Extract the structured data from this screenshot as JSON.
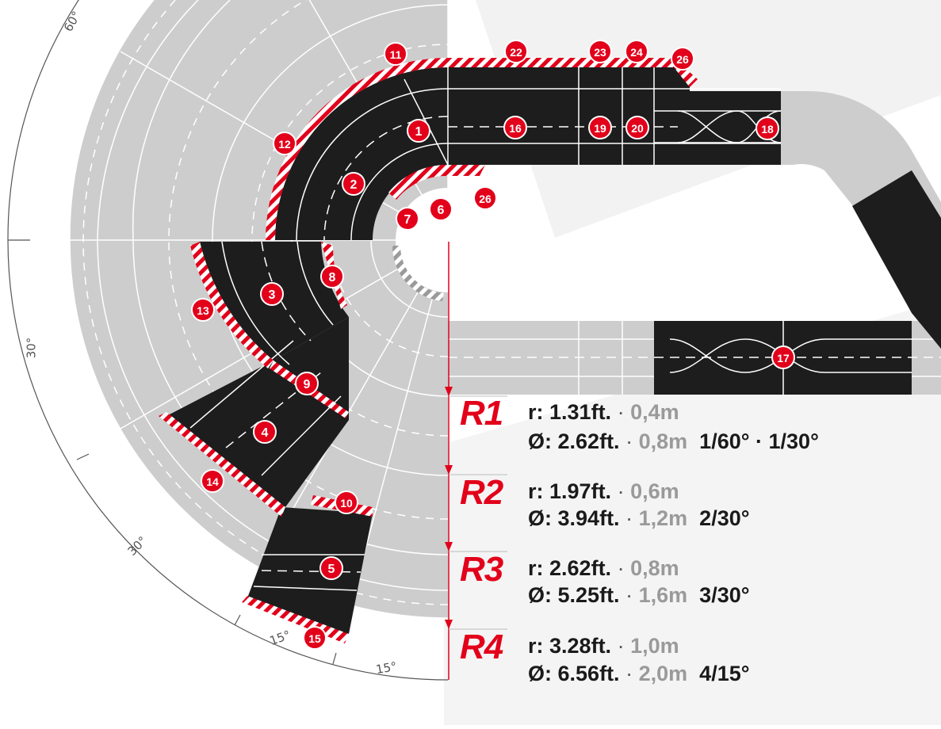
{
  "colors": {
    "track_dark": "#1d1d1d",
    "track_grey": "#cdcdcd",
    "accent_red": "#e2001a",
    "lane_line": "#ffffff"
  },
  "angle_labels": [
    "60°",
    "30°",
    "30°",
    "15°",
    "15°"
  ],
  "piece_numbers": {
    "p1": "1",
    "p2": "2",
    "p3": "3",
    "p4": "4",
    "p5": "5",
    "p6": "6",
    "p7": "7",
    "p8": "8",
    "p9": "9",
    "p10": "10",
    "p11": "11",
    "p12": "12",
    "p13": "13",
    "p14": "14",
    "p15": "15",
    "p16": "16",
    "p17": "17",
    "p18": "18",
    "p19": "19",
    "p20": "20",
    "p22": "22",
    "p23": "23",
    "p24": "24",
    "p26a": "26",
    "p26b": "26"
  },
  "radii": [
    {
      "name": "R1",
      "r_ft": "1.31",
      "r_m": "0,4",
      "d_ft": "2.62",
      "d_m": "0,8",
      "pieces": "1/60° · 1/30°"
    },
    {
      "name": "R2",
      "r_ft": "1.97",
      "r_m": "0,6",
      "d_ft": "3.94",
      "d_m": "1,2",
      "pieces": "2/30°"
    },
    {
      "name": "R3",
      "r_ft": "2.62",
      "r_m": "0,8",
      "d_ft": "5.25",
      "d_m": "1,6",
      "pieces": "3/30°"
    },
    {
      "name": "R4",
      "r_ft": "3.28",
      "r_m": "1,0",
      "d_ft": "6.56",
      "d_m": "2,0",
      "pieces": "4/15°"
    }
  ],
  "labels": {
    "r_prefix": "r:",
    "d_prefix": "Ø:",
    "ft_unit": "ft.",
    "m_unit": "m",
    "sep": "·"
  }
}
